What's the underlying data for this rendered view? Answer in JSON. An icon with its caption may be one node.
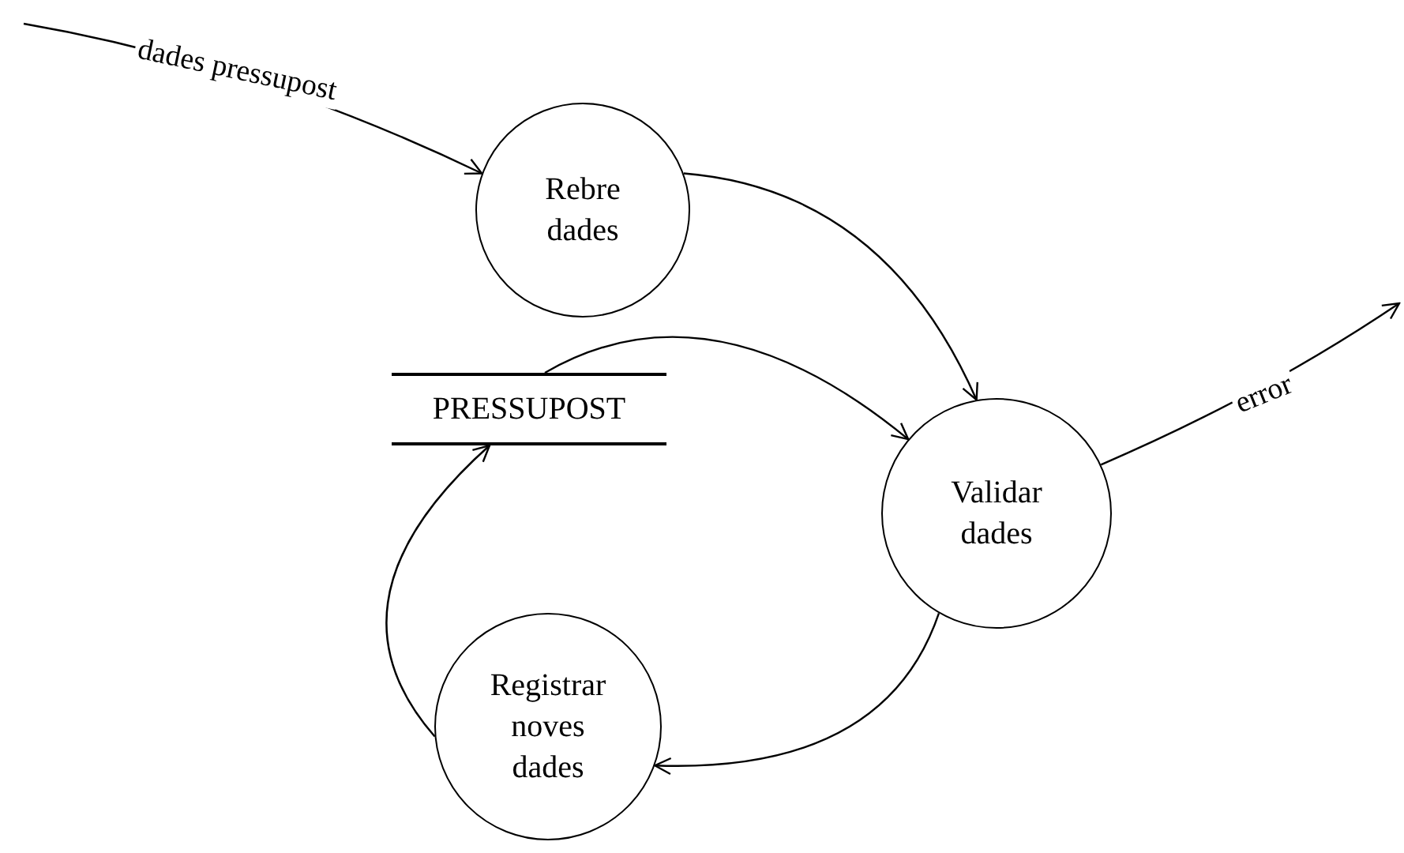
{
  "diagram": {
    "nodes": [
      {
        "text": [
          "Rebre dades"
        ]
      },
      {
        "text": [
          "Validar dades"
        ]
      },
      {
        "text": [
          "PRESSUPOST"
        ]
      },
      {
        "text": [
          "Registrar noves dades"
        ]
      }
    ],
    "edges": [
      {
        "from": null,
        "to": 0,
        "arrow": "to",
        "label": "dades pressupost"
      },
      {
        "from": 0,
        "to": 1,
        "arrow": "to"
      },
      {
        "from": 2,
        "to": 1,
        "arrow": "to"
      },
      {
        "from": 1,
        "to": null,
        "arrow": "to",
        "label": "error"
      },
      {
        "from": 1,
        "to": 3,
        "arrow": "to"
      },
      {
        "from": 3,
        "to": 2,
        "arrow": "to"
      }
    ]
  }
}
